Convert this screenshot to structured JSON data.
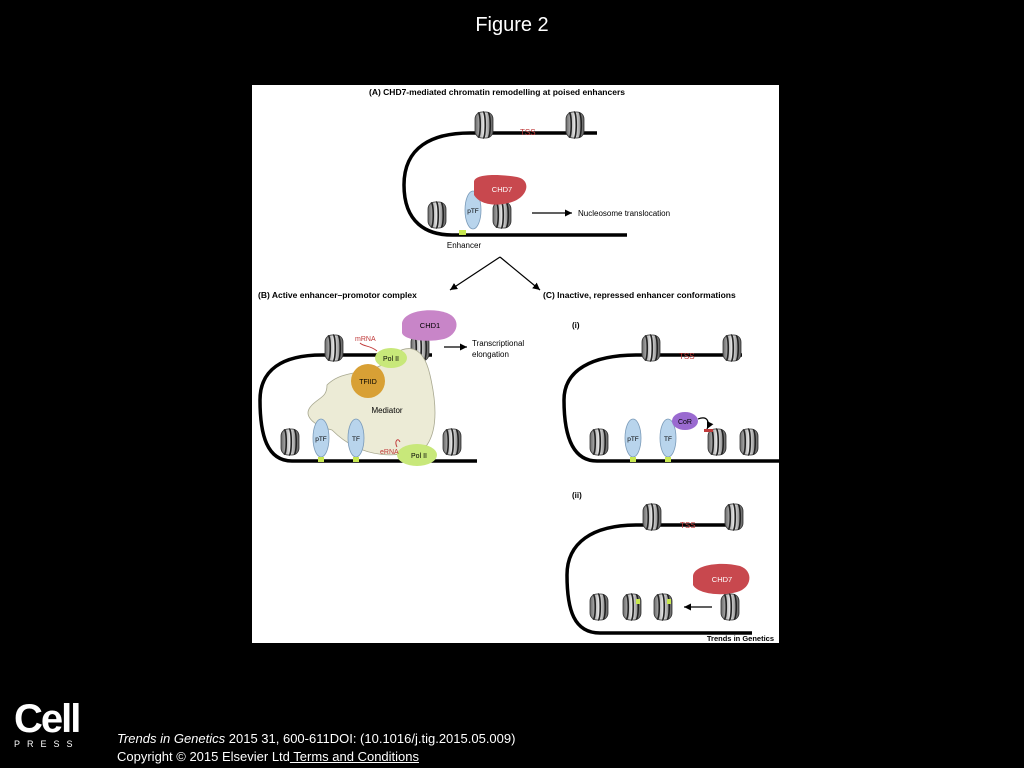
{
  "slide": {
    "title": "Figure 2"
  },
  "figure": {
    "panel_a": {
      "heading": "(A)   CHD7-mediated chromatin remodelling at poised enhancers",
      "tss": "TSS",
      "chd7": "CHD7",
      "ptf": "pTF",
      "arrow_label": "Nucleosome translocation",
      "enhancer": "Enhancer"
    },
    "panel_b": {
      "heading": "(B)   Active enhancer–promotor complex",
      "chd1": "CHD1",
      "mrna": "mRNA",
      "pol2_top": "Pol II",
      "elongation_line1": "Transcriptional",
      "elongation_line2": "elongation",
      "tfiid": "TFIID",
      "mediator": "Mediator",
      "ptf": "pTF",
      "tf": "TF",
      "erna": "eRNA",
      "pol2_bottom": "Pol II"
    },
    "panel_c": {
      "heading": "(C)   Inactive, repressed enhancer conformations",
      "sub_i": "(i)",
      "tss_i": "TSS",
      "ptf": "pTF",
      "tf": "TF",
      "cor": "CoR",
      "sub_ii": "(ii)",
      "tss_ii": "TSS",
      "chd7": "CHD7"
    },
    "credit": "Trends in Genetics"
  },
  "logo": {
    "word": "Cell",
    "press": "PRESS"
  },
  "citation": {
    "journal": "Trends in Genetics",
    "details": " 2015 31, 600-611DOI: (10.1016/j.tig.2015.05.009)",
    "copyright": "Copyright © 2015 Elsevier Ltd",
    "terms_link": " Terms and Conditions"
  },
  "colors": {
    "chd7": "#c8484e",
    "tf": "#b8d4ec",
    "pol2": "#c8e87a",
    "chd1": "#c885c8",
    "tfiid": "#d8a035",
    "mediator": "#ecebd6",
    "cor": "#9a6ad0",
    "rna": "#c03a3a",
    "enhancer_mark": "#c8e850"
  }
}
